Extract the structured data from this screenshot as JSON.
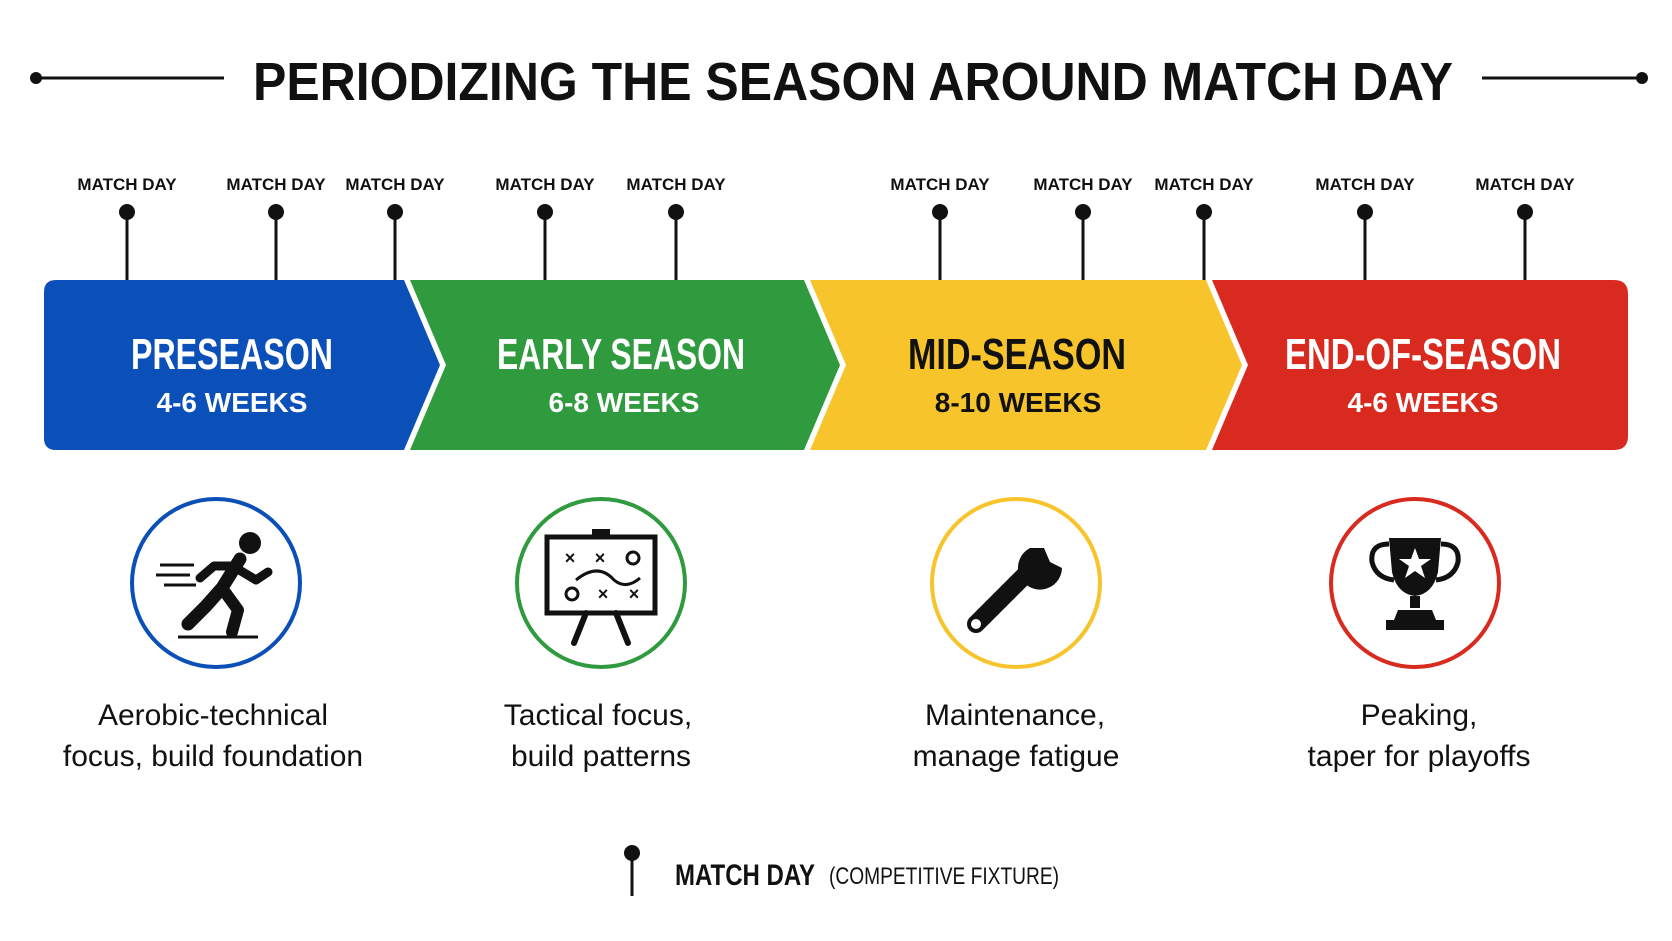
{
  "title": "PERIODIZING THE SEASON AROUND MATCH DAY",
  "match_day_marker_label": "MATCH DAY",
  "match_days": [
    {
      "label": "MATCH DAY"
    },
    {
      "label": "MATCH DAY"
    },
    {
      "label": "MATCH DAY"
    },
    {
      "label": "MATCH DAY"
    },
    {
      "label": "MATCH DAY"
    },
    {
      "label": "MATCH DAY"
    },
    {
      "label": "MATCH DAY"
    },
    {
      "label": "MATCH DAY"
    },
    {
      "label": "MATCH DAY"
    },
    {
      "label": "MATCH DAY"
    }
  ],
  "phases": [
    {
      "name": "PRESEASON",
      "duration": "4-6 WEEKS",
      "color": "#0b4fb8",
      "text_color": "#ffffff",
      "icon": "sprinter-icon",
      "description_lines": [
        "Aerobic-technical",
        "focus, build foundation"
      ]
    },
    {
      "name": "EARLY SEASON",
      "duration": "6-8 WEEKS",
      "color": "#2f9a3e",
      "text_color": "#ffffff",
      "icon": "tactics-board-icon",
      "description_lines": [
        "Tactical focus,",
        "build patterns"
      ]
    },
    {
      "name": "MID-SEASON",
      "duration": "8-10 WEEKS",
      "color": "#f7c42c",
      "text_color": "#111111",
      "icon": "wrench-icon",
      "description_lines": [
        "Maintenance,",
        "manage fatigue"
      ]
    },
    {
      "name": "END-OF-SEASON",
      "duration": "4-6 WEEKS",
      "color": "#d92a20",
      "text_color": "#ffffff",
      "icon": "trophy-icon",
      "description_lines": [
        "Peaking,",
        "taper for playoffs"
      ]
    }
  ],
  "legend": {
    "icon": "match-day-pin-icon",
    "label": "MATCH DAY",
    "note": "(COMPETITIVE FIXTURE)"
  }
}
